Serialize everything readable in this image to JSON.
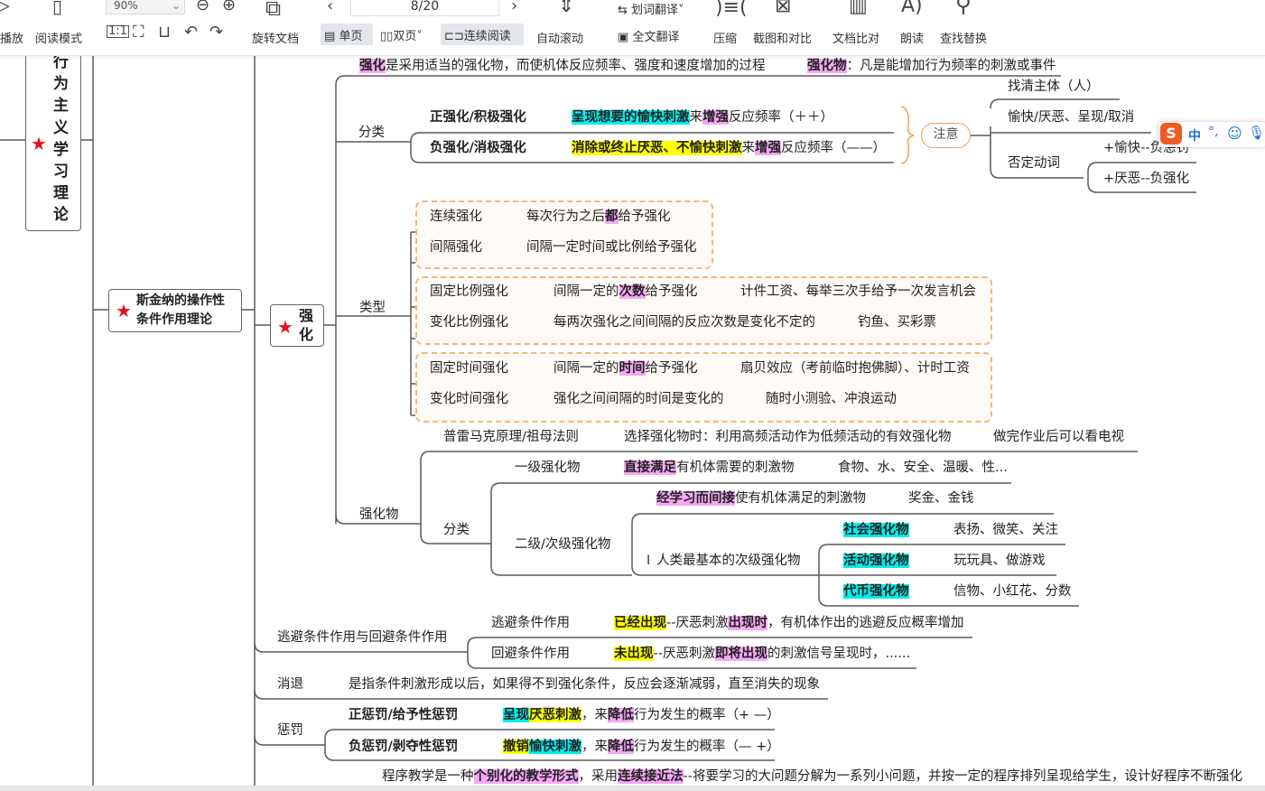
{
  "toolbar": {
    "play": "播放",
    "read_mode": "阅读模式",
    "zoom": "90%",
    "rotate": "旋转文档",
    "page": "8/20",
    "single": "单页",
    "double": "双页",
    "continuous": "连续阅读",
    "auto_scroll": "自动滚动",
    "word_translate": "划词翻译",
    "full_translate": "全文翻译",
    "compress": "压缩",
    "screenshot": "截图和对比",
    "compare": "文档比对",
    "read_aloud": "朗读",
    "find_replace": "查找替换"
  },
  "ime": {
    "mode": "中",
    "punct": "°,"
  },
  "map": {
    "root": [
      "行",
      "为",
      "主",
      "义",
      "学",
      "习",
      "理",
      "论"
    ],
    "theory": [
      "斯金纳的操作性",
      "条件作用理论"
    ],
    "reinforce": [
      "强",
      "化"
    ],
    "def": [
      "强化",
      "是采用适当的强化物，而使机体反应频率、强度和速度增加的过程"
    ],
    "def2": [
      "强化物",
      "：凡是能增加行为频率的刺激或事件"
    ],
    "classify": {
      "label": "分类",
      "pos": {
        "name": "正强化/积极强化",
        "seg": [
          "呈现想要的愉快刺激",
          "来",
          "增强",
          "反应频率（＋＋）"
        ]
      },
      "neg": {
        "name": "负强化/消极强化",
        "seg": [
          "消除或终止厌恶、不愉快刺激",
          "来",
          "增强",
          "反应频率（——）"
        ]
      }
    },
    "note": {
      "label": "注意",
      "items": [
        "找清主体（人）",
        "愉快/厌恶、呈现/取消",
        "否定动词"
      ],
      "neg_verbs": [
        "+愉快--负惩罚",
        "+厌恶--负强化"
      ]
    },
    "types": {
      "label": "类型",
      "rows": [
        {
          "name": "连续强化",
          "desc": [
            "每次行为之后",
            "都",
            "给予强化"
          ]
        },
        {
          "name": "间隔强化",
          "desc": [
            "间隔一定时间或比例给予强化"
          ]
        },
        {
          "name": "固定比例强化",
          "desc": [
            "间隔一定的",
            "次数",
            "给予强化"
          ],
          "example": "计件工资、每举三次手给予一次发言机会"
        },
        {
          "name": "变化比例强化",
          "desc": [
            "每两次强化之间间隔的反应次数是变化不定的"
          ],
          "example": "钓鱼、买彩票"
        },
        {
          "name": "固定时间强化",
          "desc": [
            "间隔一定的",
            "时间",
            "给予强化"
          ],
          "example": "扇贝效应（考前临时抱佛脚）、计时工资"
        },
        {
          "name": "变化时间强化",
          "desc": [
            "强化之间间隔的时间是变化的"
          ],
          "example": "随时小测验、冲浪运动"
        }
      ]
    },
    "reinforcers": {
      "label": "强化物",
      "premack": {
        "name": "普雷马克原理/祖母法则",
        "desc": "选择强化物时：利用高频活动作为低频活动的有效强化物",
        "example": "做完作业后可以看电视"
      },
      "classify": "分类",
      "primary": {
        "name": "一级强化物",
        "desc": [
          "直接满足",
          "有机体需要的刺激物"
        ],
        "example": "食物、水、安全、温暖、性..."
      },
      "secondary": {
        "name": "二级/次级强化物",
        "desc": [
          "经学习而间接",
          "使有机体满足的刺激物"
        ],
        "example": "奖金、金钱",
        "basic": "人类最基本的次级强化物",
        "kinds": [
          {
            "name": "社会强化物",
            "example": "表扬、微笑、关注"
          },
          {
            "name": "活动强化物",
            "example": "玩玩具、做游戏"
          },
          {
            "name": "代币强化物",
            "example": "信物、小红花、分数"
          }
        ]
      }
    },
    "escape": {
      "label": "逃避条件作用与回避条件作用",
      "escape": {
        "name": "逃避条件作用",
        "seg": [
          "已经出现",
          "--厌恶刺激",
          "出现时",
          "，有机体作出的逃避反应概率增加"
        ]
      },
      "avoid": {
        "name": "回避条件作用",
        "seg": [
          "未出现",
          "--厌恶刺激",
          "即将出现",
          "的刺激信号呈现时，......"
        ]
      }
    },
    "extinction": {
      "label": "消退",
      "desc": "是指条件刺激形成以后，如果得不到强化条件，反应会逐渐减弱，直至消失的现象"
    },
    "punish": {
      "label": "惩罚",
      "pos": {
        "name": "正惩罚/给予性惩罚",
        "seg": [
          "呈现",
          "厌恶刺激",
          "，来",
          "降低",
          "行为发生的概率（+ —）"
        ]
      },
      "neg": {
        "name": "负惩罚/剥夺性惩罚",
        "seg": [
          "撤销",
          "愉快刺激",
          "，来",
          "降低",
          "行为发生的概率（— +）"
        ]
      }
    },
    "program": [
      "程序教学是一种",
      "个别化的教学形式",
      "，采用",
      "连续接近法",
      "--将要学习的大问题分解为一系列小问题，并按一定的程序排列呈现给学生，设计好程序不断强化"
    ]
  },
  "colors": {
    "magenta": "#f5a9f5",
    "cyan": "#00eef0",
    "yellow": "#ffff00",
    "dashed_border": "#f4b67a",
    "star": "#e0141e"
  }
}
